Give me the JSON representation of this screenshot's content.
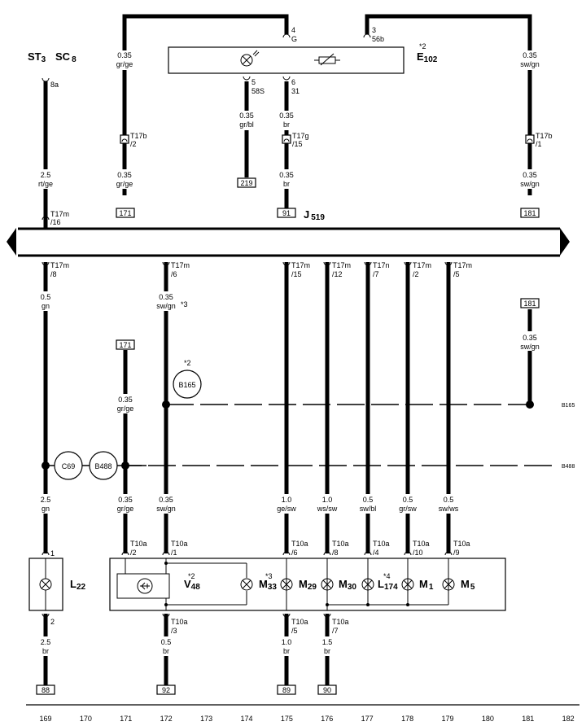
{
  "top": {
    "st3_main": "ST",
    "st3_sub": "3",
    "sc8_main": "SC",
    "sc8_sub": "8",
    "e102_main": "E",
    "e102_sub": "102",
    "e102_note": "*2",
    "j519_main": "J",
    "j519_sub": "519"
  },
  "pins_top": {
    "p4": "4",
    "p4g": "G",
    "p3": "3",
    "p3b": "56b",
    "p5": "5",
    "p5s": "58S",
    "p6": "6",
    "p6s": "31",
    "p8a": "8a"
  },
  "wires_top": {
    "gr_ge_1": "0.35",
    "gr_ge_1c": "gr/ge",
    "sw_gn_1": "0.35",
    "sw_gn_1c": "sw/gn",
    "gr_bl": "0.35",
    "gr_blc": "gr/bl",
    "br_1": "0.35",
    "br_1c": "br",
    "gr_ge_2": "0.35",
    "gr_ge_2c": "gr/ge",
    "br_2": "0.35",
    "br_2c": "br",
    "sw_gn_2": "0.35",
    "sw_gn_2c": "sw/gn",
    "rt_ge": "2.5",
    "rt_gec": "rt/ge"
  },
  "conn_top": {
    "t17b_a": "T17b",
    "t17b_a_pin": "/2",
    "t17g": "T17g",
    "t17g_pin": "/15",
    "t17b_b": "T17b",
    "t17b_b_pin": "/1",
    "t17m_top": "T17m",
    "t17m_top_pin": "/16"
  },
  "refs": {
    "r219": "219",
    "r171a": "171",
    "r91": "91",
    "r181a": "181",
    "r181b": "181",
    "r171b": "171",
    "r88": "88",
    "r92": "92",
    "r89": "89",
    "r90": "90"
  },
  "conn_mid": {
    "c1": "T17m",
    "c1p": "/8",
    "c2": "T17m",
    "c2p": "/6",
    "c3": "T17m",
    "c3p": "/15",
    "c4": "T17m",
    "c4p": "/12",
    "c5": "T17n",
    "c5p": "/7",
    "c6": "T17m",
    "c6p": "/2",
    "c7": "T17m",
    "c7p": "/5"
  },
  "wires_mid": {
    "w1": "0.5",
    "w1c": "gn",
    "w2": "0.35",
    "w2c": "sw/gn",
    "w2n": "*3",
    "w3": "0.35",
    "w3c": "sw/gn",
    "w4": "0.35",
    "w4c": "gr/ge"
  },
  "splices": {
    "b165": "B165",
    "b165_note": "*2",
    "b165_right": "B165",
    "c69": "C69",
    "b488": "B488",
    "b488_right": "B488"
  },
  "wires_low": {
    "a1": "2.5",
    "a1c": "gn",
    "a2": "0.35",
    "a2c": "gr/ge",
    "a3": "0.35",
    "a3c": "sw/gn",
    "a4": "1.0",
    "a4c": "ge/sw",
    "a5": "1.0",
    "a5c": "ws/sw",
    "a6": "0.5",
    "a6c": "sw/bl",
    "a7": "0.5",
    "a7c": "gr/sw",
    "a8": "0.5",
    "a8c": "sw/ws"
  },
  "conn_low": {
    "k2": "T10a",
    "k2p": "/2",
    "k1": "T10a",
    "k1p": "/1",
    "k6": "T10a",
    "k6p": "/6",
    "k8": "T10a",
    "k8p": "/8",
    "k4": "T10a",
    "k4p": "/4",
    "k10": "T10a",
    "k10p": "/10",
    "k9": "T10a",
    "k9p": "/9",
    "l22_p1": "1",
    "l22_p2": "2"
  },
  "components": {
    "l22_main": "L",
    "l22_sub": "22",
    "v48_main": "V",
    "v48_sub": "48",
    "v48_note": "*2",
    "m33_main": "M",
    "m33_sub": "33",
    "m33_note": "*3",
    "m29_main": "M",
    "m29_sub": "29",
    "m30_main": "M",
    "m30_sub": "30",
    "l174_main": "L",
    "l174_sub": "174",
    "l174_note": "*4",
    "m1_main": "M",
    "m1_sub": "1",
    "m5_main": "M",
    "m5_sub": "5"
  },
  "bottom_conn": {
    "b3": "T10a",
    "b3p": "/3",
    "b5": "T10a",
    "b5p": "/5",
    "b7": "T10a",
    "b7p": "/7"
  },
  "wires_bottom": {
    "z1": "2.5",
    "z1c": "br",
    "z2": "0.5",
    "z2c": "br",
    "z3": "1.0",
    "z3c": "br",
    "z4": "1.5",
    "z4c": "br"
  },
  "grid_numbers": [
    "169",
    "170",
    "171",
    "172",
    "173",
    "174",
    "175",
    "176",
    "177",
    "178",
    "179",
    "180",
    "181",
    "182"
  ]
}
